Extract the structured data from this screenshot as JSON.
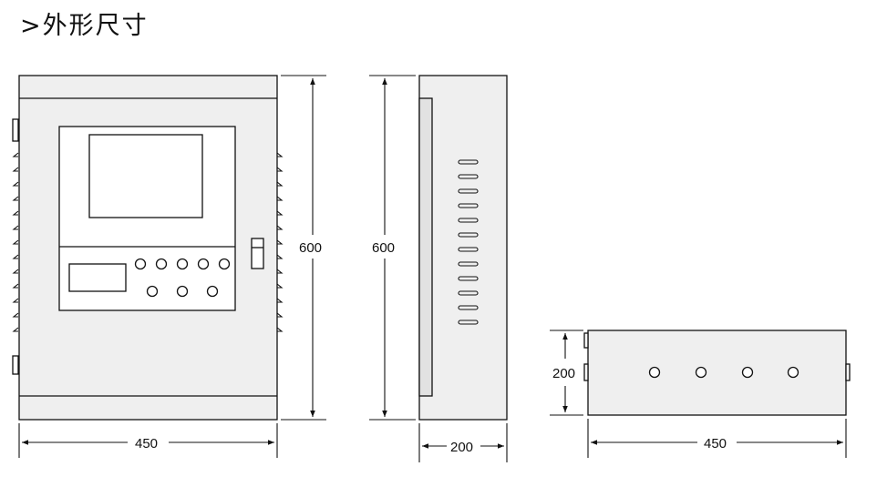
{
  "title": ">外形尺寸",
  "dimensions": {
    "front_height": "600",
    "side_height": "600",
    "front_width": "450",
    "side_depth": "200",
    "bottom_height": "200",
    "bottom_width": "450"
  }
}
